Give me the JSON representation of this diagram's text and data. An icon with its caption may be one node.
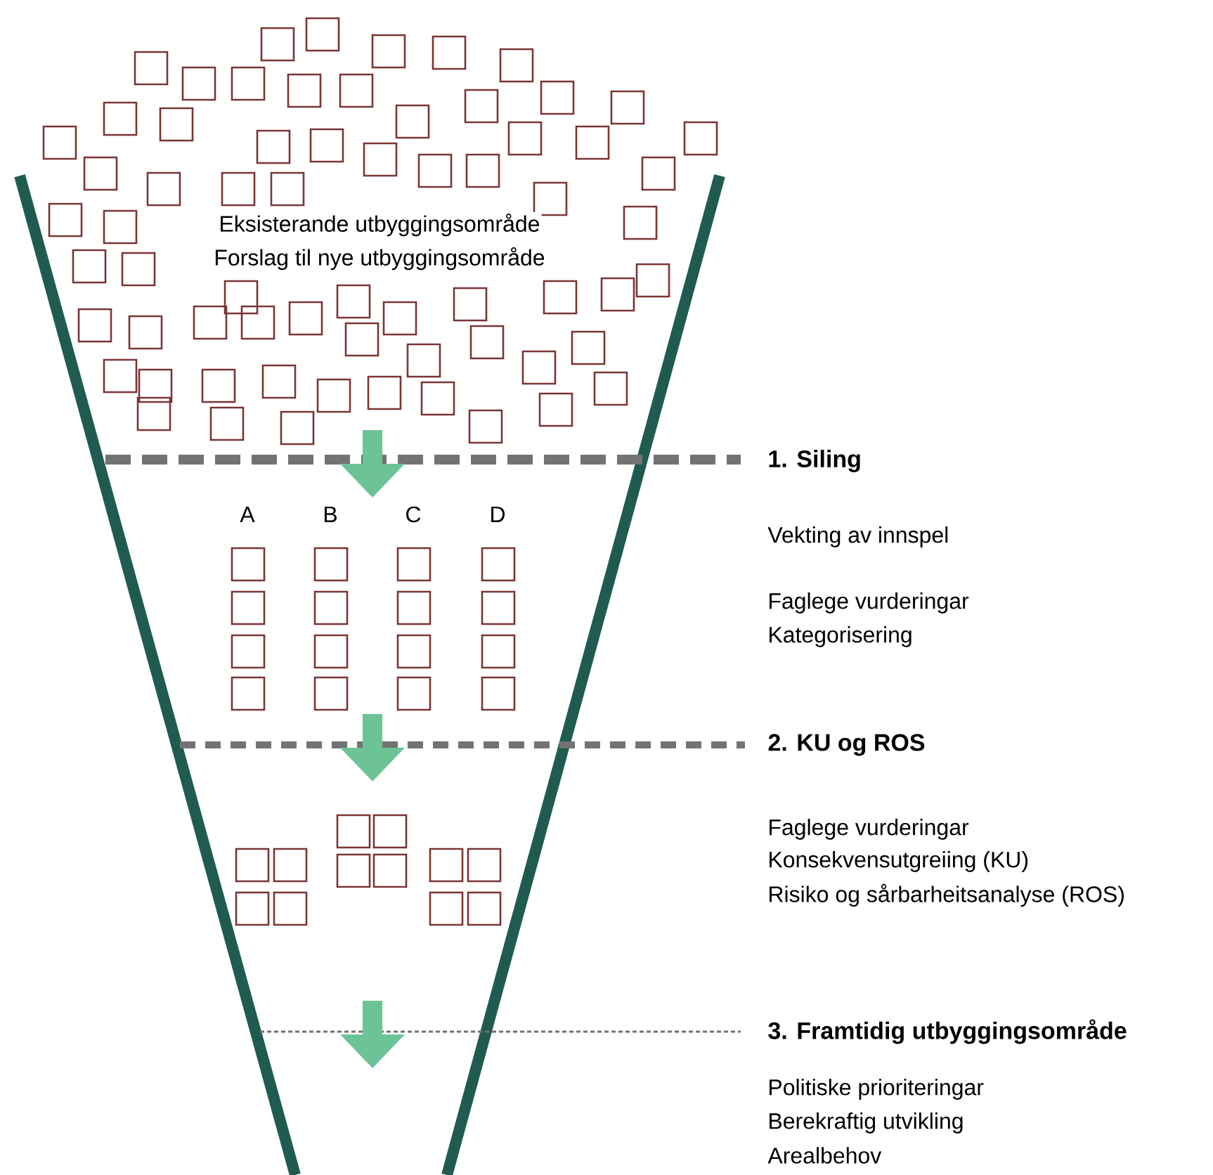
{
  "diagram": {
    "labels": [
      "Eksisterande utbyggingsområde",
      "Forslag til nye utbyggingsområde",
      "1. Siling",
      "A",
      "B",
      "C",
      "D",
      "Vekting av innspel",
      "Faglege vurderingar",
      "Kategorisering",
      "2. KU og ROS",
      "Faglege vurderingar",
      "Konsekvensutgreiing (KU)",
      "Risiko og sårbarheitsanalyse (ROS)",
      "3. Framtidig utbyggingsområde",
      "Politiske prioriteringar",
      "Berekraftig utvikling",
      "Arealbehov"
    ]
  }
}
